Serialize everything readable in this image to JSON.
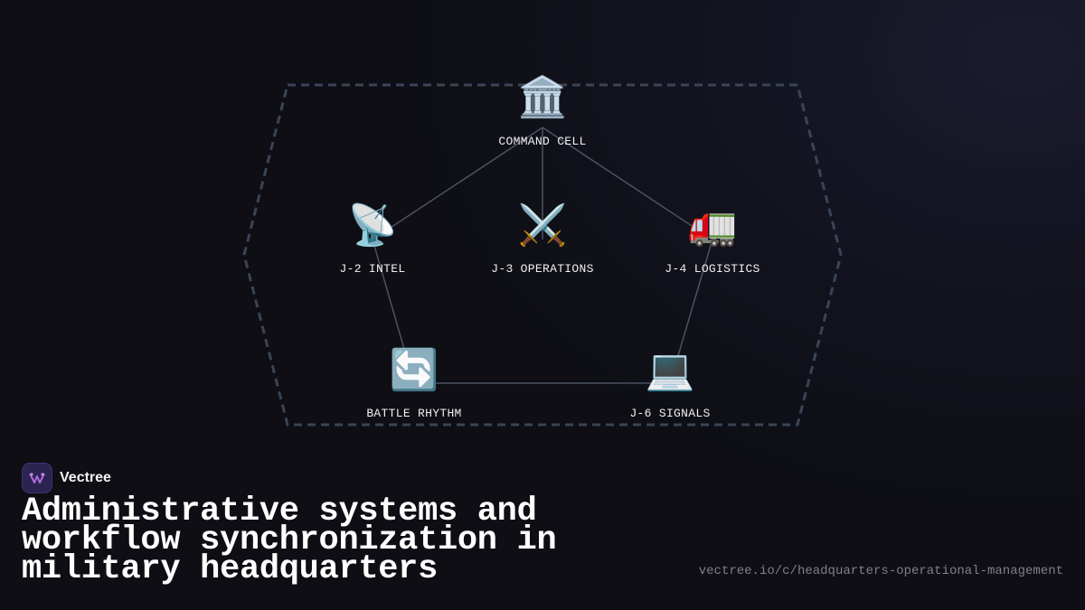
{
  "diagram": {
    "nodes": [
      {
        "id": "command",
        "label": "COMMAND CELL",
        "icon": "🏛️",
        "icon_name": "government-building-icon"
      },
      {
        "id": "intel",
        "label": "J-2 INTEL",
        "icon": "📡",
        "icon_name": "satellite-dish-icon"
      },
      {
        "id": "ops",
        "label": "J-3 OPERATIONS",
        "icon": "⚔️",
        "icon_name": "crossed-swords-icon"
      },
      {
        "id": "logistics",
        "label": "J-4 LOGISTICS",
        "icon": "🚛",
        "icon_name": "truck-icon"
      },
      {
        "id": "rhythm",
        "label": "BATTLE RHYTHM",
        "icon": "🔄",
        "icon_name": "cycle-arrows-icon"
      },
      {
        "id": "signals",
        "label": "J-6 SIGNALS",
        "icon": "💻",
        "icon_name": "laptop-icon"
      }
    ],
    "edges": [
      [
        "command",
        "intel"
      ],
      [
        "command",
        "ops"
      ],
      [
        "command",
        "logistics"
      ],
      [
        "intel",
        "rhythm"
      ],
      [
        "logistics",
        "signals"
      ],
      [
        "rhythm",
        "signals"
      ]
    ],
    "colors": {
      "edge": "#4a5262",
      "boundary": "#3a4457"
    }
  },
  "brand": {
    "name": "Vectree",
    "logo_color": "#b06ad8"
  },
  "title": "Administrative systems and workflow synchronization in military headquarters",
  "url": "vectree.io/c/headquarters-operational-management"
}
